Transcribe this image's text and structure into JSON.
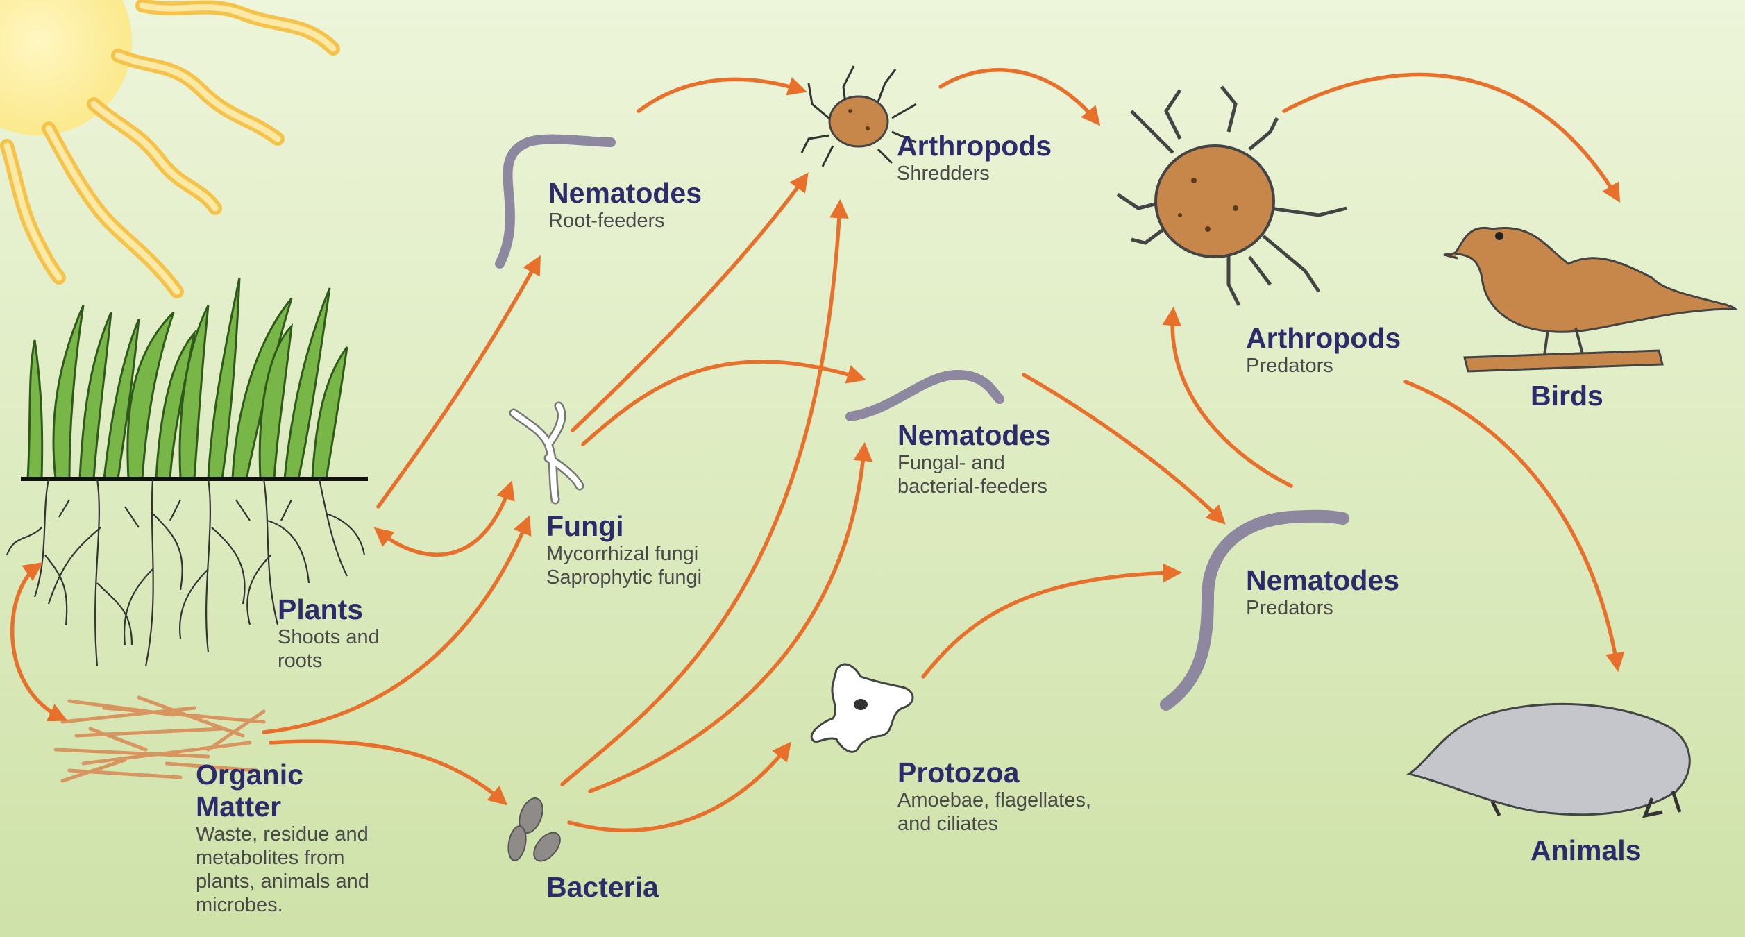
{
  "nodes": {
    "plants": {
      "title": "Plants",
      "lines": [
        "Shoots and",
        "roots"
      ]
    },
    "organic_matter": {
      "title_lines": [
        "Organic",
        "Matter"
      ],
      "lines": [
        "Waste, residue and",
        "metabolites from",
        "plants, animals and",
        "microbes."
      ]
    },
    "nematodes_root": {
      "title": "Nematodes",
      "sub": "Root-feeders"
    },
    "fungi": {
      "title": "Fungi",
      "lines": [
        "Mycorrhizal fungi",
        "Saprophytic fungi"
      ]
    },
    "bacteria": {
      "title": "Bacteria"
    },
    "arthropods_shredders": {
      "title": "Arthropods",
      "sub": "Shredders"
    },
    "nematodes_fb": {
      "title": "Nematodes",
      "lines": [
        "Fungal- and",
        "bacterial-feeders"
      ]
    },
    "protozoa": {
      "title": "Protozoa",
      "lines": [
        "Amoebae, flagellates,",
        "and ciliates"
      ]
    },
    "arthropods_predators": {
      "title": "Arthropods",
      "sub": "Predators"
    },
    "nematodes_predators": {
      "title": "Nematodes",
      "sub": "Predators"
    },
    "birds": {
      "title": "Birds"
    },
    "animals": {
      "title": "Animals"
    }
  },
  "colors": {
    "arrow": "#e8702a",
    "label_title": "#2d2b6c",
    "label_sub": "#4a4a4a",
    "background_top": "#e9f3d3",
    "background_bottom": "#cfe3a8",
    "organism_brown": "#c8874a",
    "worm": "#8c87a0",
    "grass": "#6fae3e"
  }
}
